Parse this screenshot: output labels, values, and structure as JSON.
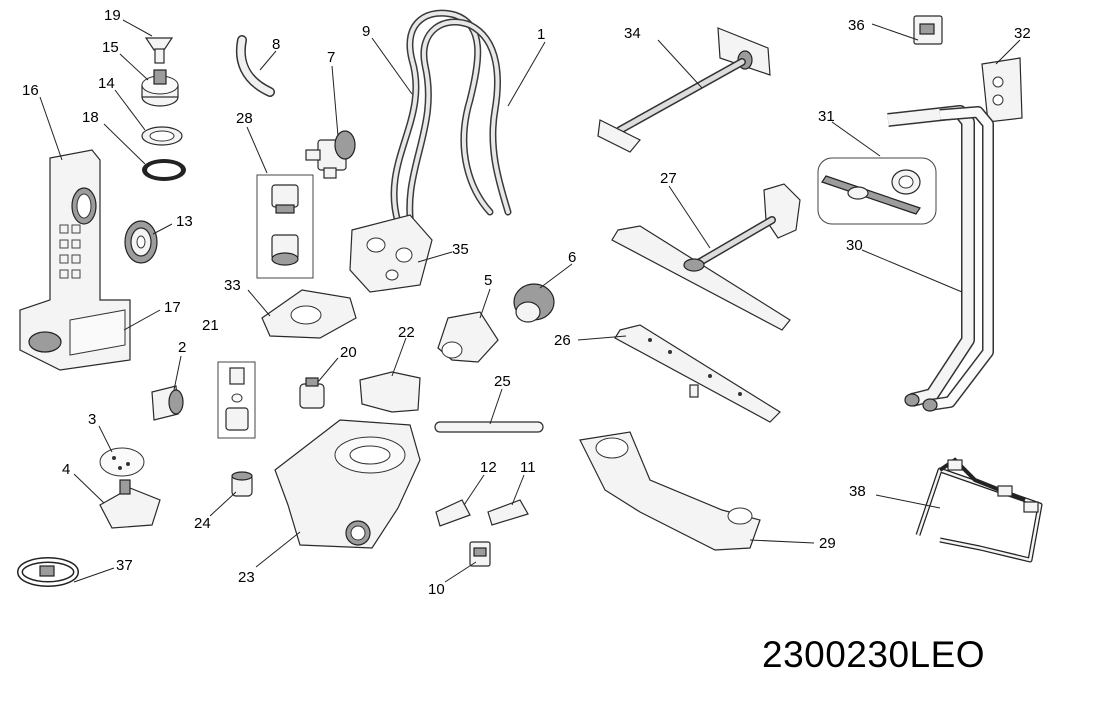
{
  "callouts": [
    "1",
    "2",
    "3",
    "4",
    "5",
    "6",
    "7",
    "8",
    "9",
    "10",
    "11",
    "12",
    "13",
    "14",
    "15",
    "16",
    "17",
    "18",
    "19",
    "20",
    "21",
    "22",
    "23",
    "24",
    "25",
    "26",
    "27",
    "28",
    "29",
    "30",
    "31",
    "32",
    "33",
    "34",
    "35",
    "36",
    "37",
    "38"
  ],
  "diagram_code": "2300230LEO"
}
